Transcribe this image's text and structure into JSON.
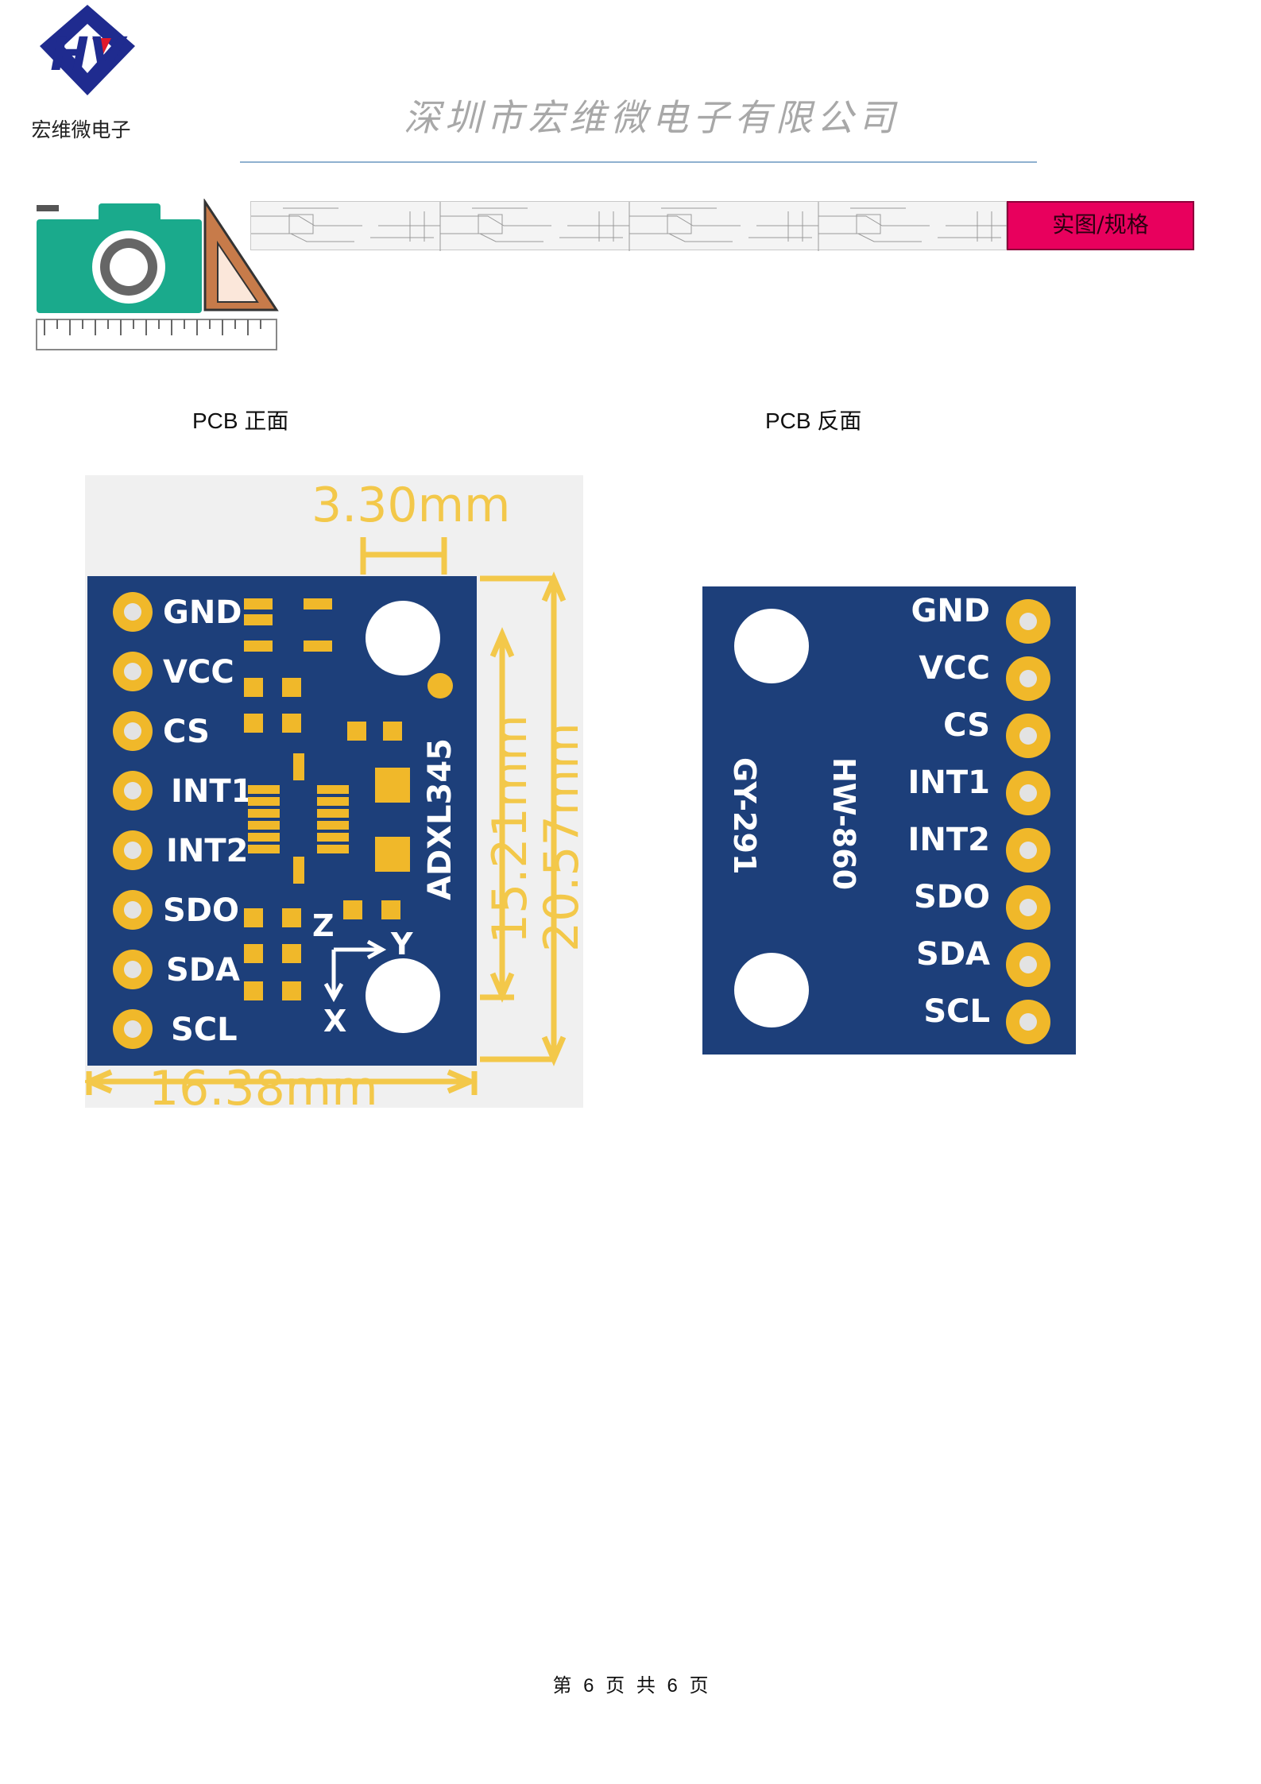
{
  "header": {
    "logo_text": "宏维微电子",
    "company_name": "深圳市宏维微电子有限公司"
  },
  "section": {
    "tag": "实图/规格"
  },
  "front": {
    "caption": "PCB 正面",
    "pins": [
      "GND",
      "VCC",
      "CS",
      "INT1",
      "INT2",
      "SDO",
      "SDA",
      "SCL"
    ],
    "chip_label": "ADXL345",
    "axis_labels": [
      "Z",
      "Y",
      "X"
    ],
    "dimensions": [
      "3.30mm",
      "15.21mm",
      "20.57mm",
      "16.38mm"
    ]
  },
  "back": {
    "caption": "PCB 反面",
    "pins": [
      "GND",
      "VCC",
      "CS",
      "INT1",
      "INT2",
      "SDO",
      "SDA",
      "SCL"
    ],
    "label_left": "GY-291",
    "label_right": "HW-860"
  },
  "footer": {
    "text": "第 6 页 共 6 页"
  },
  "colors": {
    "pcb_blue": "#1d3f7a",
    "gold": "#f0b82a",
    "dimension_gold": "#f3c84a",
    "tag_pink": "#e8005d"
  }
}
